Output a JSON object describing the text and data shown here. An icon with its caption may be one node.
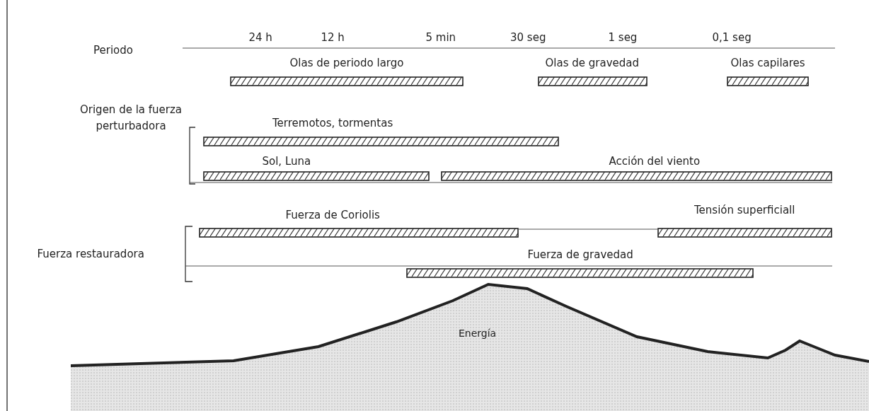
{
  "diagram": {
    "nodes": [
      {
        "text": [
          "Olas de periodo largo"
        ]
      },
      {
        "text": [
          "Olas de gravedad"
        ]
      },
      {
        "text": [
          "Olas capilares"
        ]
      },
      {
        "text": [
          "Terremotos, tormentas"
        ]
      },
      {
        "text": [
          "Sol, Luna"
        ]
      },
      {
        "text": [
          "Acción del viento"
        ]
      },
      {
        "text": [
          "Fuerza de Coriolis"
        ]
      },
      {
        "text": [
          "Tensión superficiall"
        ]
      },
      {
        "text": [
          "Fuerza de gravedad"
        ]
      },
      {
        "text": [
          "Energía"
        ]
      }
    ],
    "edges": [],
    "labels": [
      "Periodo",
      "24 h",
      "12 h",
      "5 min",
      "30 seg",
      "1 seg",
      "0,1 seg",
      "Origen de la fuerza perturbadora",
      "Fuerza restauradora"
    ]
  }
}
